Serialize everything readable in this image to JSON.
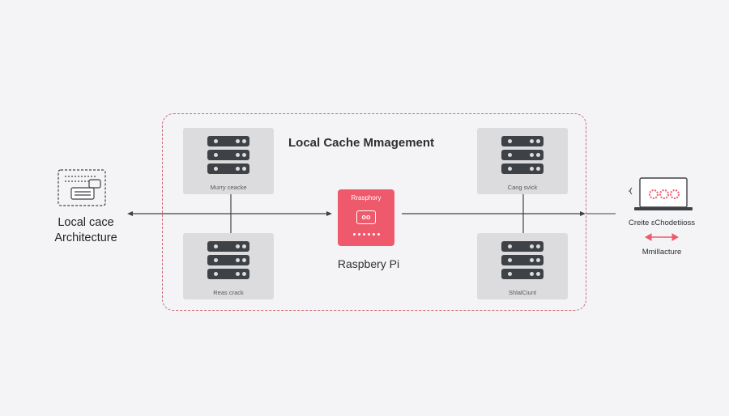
{
  "diagram": {
    "title": "Local Cache Mmagement",
    "left_node": {
      "line1": "Local cace",
      "line2": "Architecture",
      "icon": "terminal-keyboard-icon"
    },
    "servers": [
      {
        "id": "top-left",
        "label": "Murry ceacke",
        "icon": "server-stack-icon"
      },
      {
        "id": "bottom-left",
        "label": "Reas crack",
        "icon": "server-stack-icon"
      },
      {
        "id": "top-right",
        "label": "Cang svick",
        "icon": "server-stack-icon"
      },
      {
        "id": "bottom-right",
        "label": "ShlalCiunt",
        "icon": "server-stack-icon"
      }
    ],
    "center_node": {
      "caption": "Rrasphory",
      "chip": "oo",
      "label": "Raspbery Pi",
      "icon": "chip-icon"
    },
    "right_node": {
      "label": "Creite ɛChodetiioss",
      "sub_label": "Mmillacture",
      "icon": "laptop-icon"
    },
    "colors": {
      "accent": "#ee5a6b",
      "frame_border": "#cc6b7a",
      "server_dark": "#3e4247",
      "card_bg": "#dcdcde",
      "background": "#f4f4f6"
    }
  }
}
